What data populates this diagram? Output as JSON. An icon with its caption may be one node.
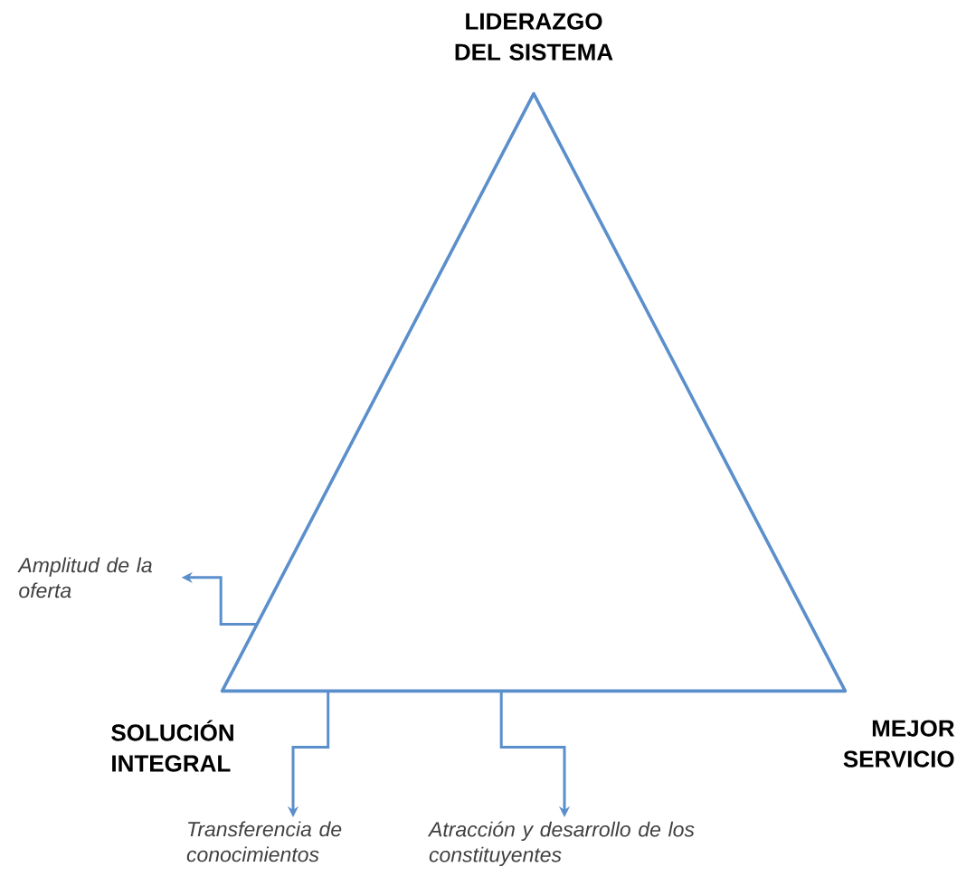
{
  "diagram": {
    "nodes": [
      {
        "text": [],
        "shape": "triangle"
      },
      {
        "text": [
          "Amplitud de la oferta"
        ]
      },
      {
        "text": [
          "Transferencia de conocimientos"
        ]
      },
      {
        "text": [
          "Atracción y desarrollo de los constituyentes"
        ]
      }
    ],
    "edges": [
      {
        "from": 0,
        "to": 1,
        "arrow": "to"
      },
      {
        "from": 0,
        "to": 2,
        "arrow": "to"
      },
      {
        "from": 0,
        "to": 3,
        "arrow": "to"
      }
    ],
    "labels": [
      "LIDERAZGO DEL SISTEMA",
      "SOLUCIÓN INTEGRAL",
      "MEJOR SERVICIO"
    ]
  }
}
